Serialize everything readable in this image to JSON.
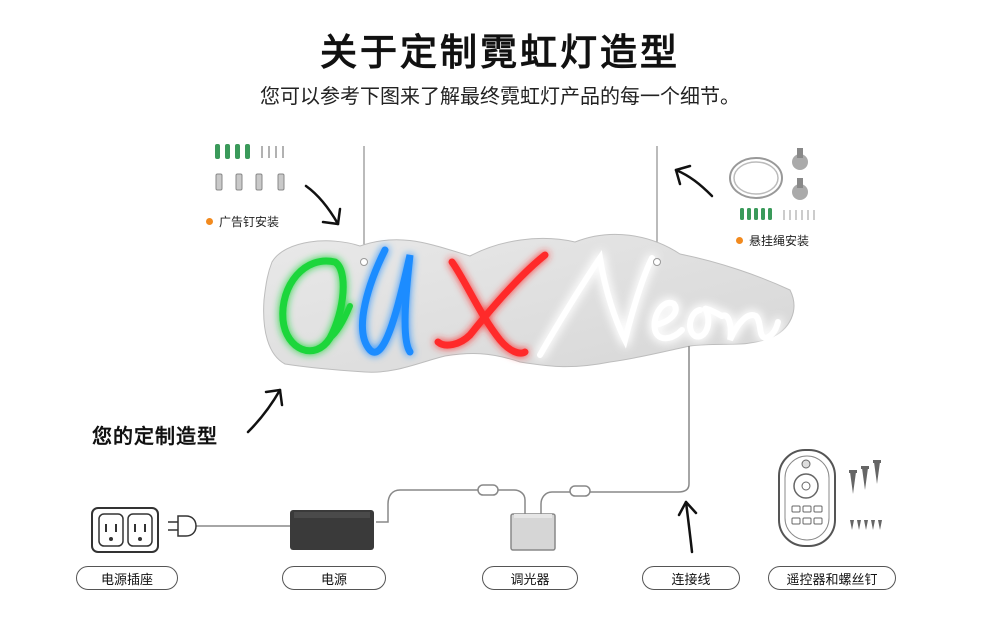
{
  "header": {
    "title": "关于定制霓虹灯造型",
    "subtitle": "您可以参考下图来了解最终霓虹灯产品的每一个细节。"
  },
  "mount": {
    "nail_label": "广告钉安装",
    "rope_label": "悬挂绳安装",
    "bullet_color": "#f28a1e"
  },
  "sign": {
    "text_parts": [
      {
        "text": "O",
        "color": "#1fd63a"
      },
      {
        "text": "U",
        "color": "#1e8cff"
      },
      {
        "text": "X",
        "color": "#ff2a2a"
      },
      {
        "text": "Neon",
        "color": "#ffffff"
      }
    ],
    "custom_label": "您的定制造型"
  },
  "components": {
    "outlet": "电源插座",
    "power": "电源",
    "dimmer": "调光器",
    "cable": "连接线",
    "remote": "遥控器和螺丝钉"
  }
}
